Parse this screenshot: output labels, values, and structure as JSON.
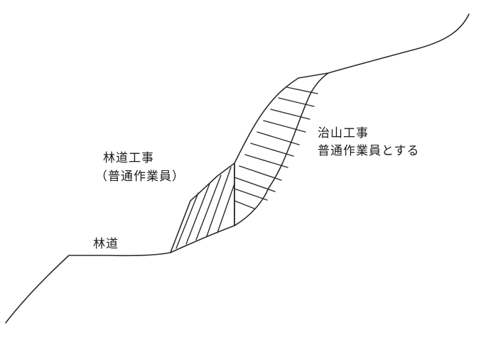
{
  "labels": {
    "forest_road": "林道",
    "forest_road_work_line1": "林道工事",
    "forest_road_work_line2": "（普通作業員）",
    "erosion_control_line1": "治山工事",
    "erosion_control_line2": "普通作業員とする"
  }
}
